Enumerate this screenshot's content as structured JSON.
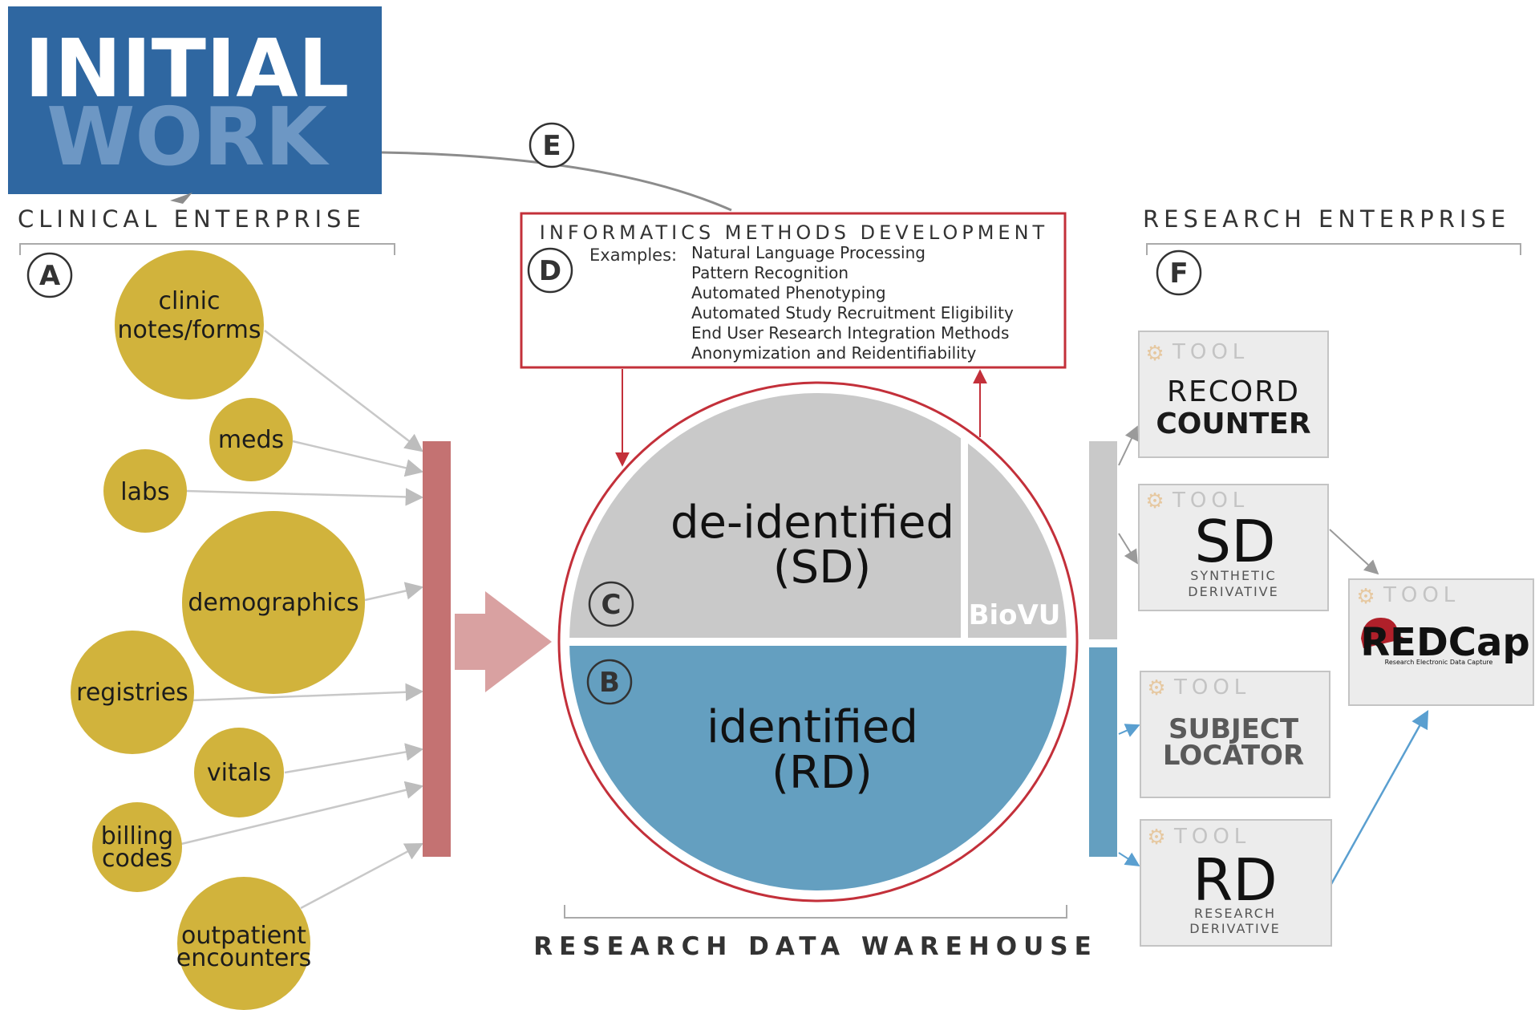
{
  "logo": {
    "line1": "INITIAL",
    "line2": "WORK",
    "bg_color": "#2f67a1"
  },
  "sections": {
    "clinical": "CLINICAL ENTERPRISE",
    "research": "RESEARCH ENTERPRISE",
    "warehouse": "RESEARCH DATA WAREHOUSE"
  },
  "markers": {
    "a": "A",
    "b": "B",
    "c": "C",
    "d": "D",
    "e": "E",
    "f": "F"
  },
  "sources": [
    {
      "lines": [
        "clinic",
        "notes/forms"
      ]
    },
    {
      "lines": [
        "meds"
      ]
    },
    {
      "lines": [
        "labs"
      ]
    },
    {
      "lines": [
        "demographics"
      ]
    },
    {
      "lines": [
        "registries"
      ]
    },
    {
      "lines": [
        "vitals"
      ]
    },
    {
      "lines": [
        "billing",
        "codes"
      ]
    },
    {
      "lines": [
        "outpatient",
        "encounters"
      ]
    }
  ],
  "informatics": {
    "title": "INFORMATICS METHODS DEVELOPMENT",
    "examples_label": "Examples:",
    "examples": [
      "Natural Language Processing",
      "Pattern Recognition",
      "Automated Phenotyping",
      "Automated Study Recruitment Eligibility",
      "End User Research Integration Methods",
      "Anonymization and Reidentifiability"
    ]
  },
  "warehouse": {
    "deidentified_line1": "de-identified",
    "deidentified_line2": "(SD)",
    "biovu": "BioVU",
    "identified_line1": "identified",
    "identified_line2": "(RD)"
  },
  "tools": [
    {
      "badge": "TOOL",
      "lines": [
        "RECORD",
        "COUNTER"
      ]
    },
    {
      "badge": "TOOL",
      "big": "SD",
      "sub": [
        "SYNTHETIC",
        "DERIVATIVE"
      ]
    },
    {
      "badge": "TOOL",
      "lines": [
        "SUBJECT",
        "LOCATOR"
      ]
    },
    {
      "badge": "TOOL",
      "big": "RD",
      "sub": [
        "RESEARCH",
        "DERIVATIVE"
      ]
    },
    {
      "badge": "TOOL",
      "logo": "REDCap",
      "tagline": "Research Electronic Data Capture"
    }
  ],
  "colors": {
    "source_circle": "#d1b33c",
    "collector_bar": "#c47272",
    "deidentified": "#c9c9c9",
    "identified": "#649fc0",
    "accent_red": "#c3303a",
    "tool_box": "#ececec",
    "redcap_red": "#b0202a"
  },
  "icons": {
    "tool_badge": "gear-icon",
    "redcap_logo": "redcap-hat-icon"
  }
}
